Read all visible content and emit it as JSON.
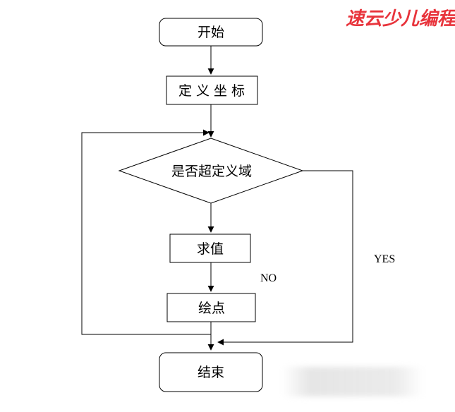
{
  "watermark": {
    "text": "速云少儿编程",
    "color": "#e8343c"
  },
  "nodes": {
    "start": "开始",
    "define_coords": "定 义 坐 标",
    "decision": "是否超定义域",
    "compute": "求值",
    "plot": "绘点",
    "end": "结束"
  },
  "edge_labels": {
    "yes": "YES",
    "no": "NO"
  }
}
